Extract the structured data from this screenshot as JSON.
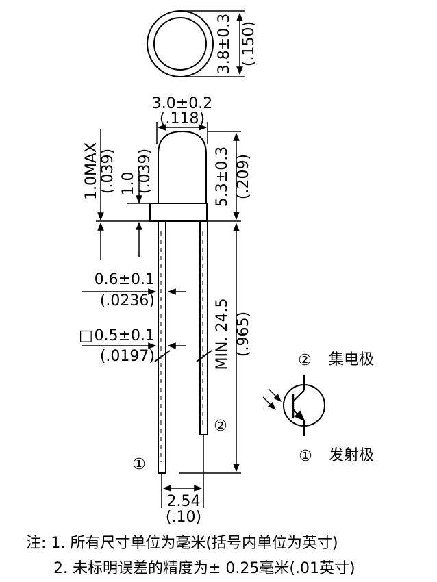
{
  "top_view": {
    "dia": "3.8±0.3",
    "dia_in": "(.150)"
  },
  "dims": {
    "width": "3.0±0.2",
    "width_in": "(.118)",
    "flange_max": "1.0MAX",
    "flange_max_in": "(.039)",
    "flange": "1.0",
    "flange_in": "(.039)",
    "body_len": "5.3±0.3",
    "body_len_in": "(.209)",
    "lead_w": "0.6±0.1",
    "lead_w_in": "(.0236)",
    "lead_sq": "0.5±0.1",
    "lead_sq_in": "(.0197)",
    "sq_symbol": "□",
    "lead_len": "MIN. 24.5",
    "lead_len_in": "(.965)",
    "pitch": "2.54",
    "pitch_in": "(.10)"
  },
  "pins": {
    "pin1": "①",
    "pin2": "②"
  },
  "legend": {
    "num2": "②",
    "collector": "集电极",
    "num1": "①",
    "emitter": "发射极"
  },
  "notes": {
    "note1": "注: 1. 所有尺寸单位为毫米(括号内单位为英寸)",
    "note2": "2. 未标明误差的精度为± 0.25毫米(.01英寸)"
  }
}
